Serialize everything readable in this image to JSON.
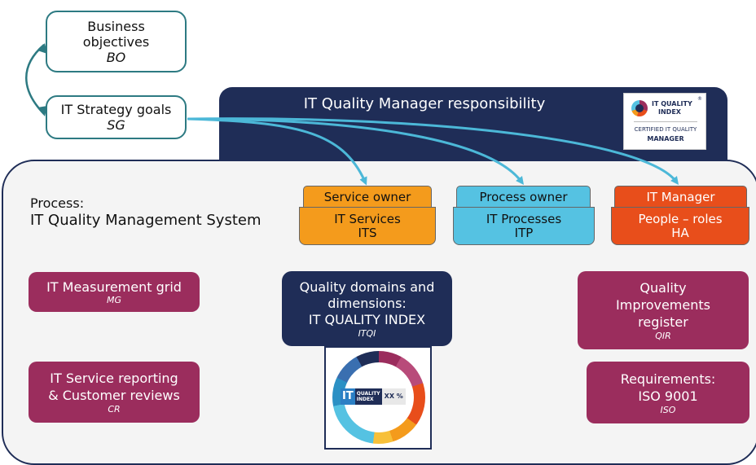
{
  "objectives": {
    "title_line1": "Business",
    "title_line2": "objectives",
    "abbr": "BO"
  },
  "strategy": {
    "title": "IT Strategy goals",
    "abbr": "SG"
  },
  "banner": {
    "title": "IT Quality Manager responsibility"
  },
  "badge": {
    "line1": "IT QUALITY",
    "line2": "INDEX",
    "registered": "®",
    "cert1": "CERTIFIED IT QUALITY",
    "cert2": "MANAGER"
  },
  "process": {
    "line1": "Process:",
    "line2": "IT Quality Management System"
  },
  "columns": [
    {
      "tab": "Service owner",
      "line1": "IT Services",
      "line2": "ITS",
      "tab_color": "#f49b1c",
      "body_color": "#f49b1c",
      "text_color": "#111111"
    },
    {
      "tab": "Process owner",
      "line1": "IT Processes",
      "line2": "ITP",
      "tab_color": "#55c2e2",
      "body_color": "#55c2e2",
      "text_color": "#111111"
    },
    {
      "tab": "IT Manager",
      "line1": "People – roles",
      "line2": "HA",
      "tab_color": "#e84e1b",
      "body_color": "#e84e1b",
      "text_color": "#ffffff"
    }
  ],
  "measurement": {
    "title": "IT Measurement grid",
    "abbr": "MG"
  },
  "reporting": {
    "line1": "IT Service reporting",
    "line2": "& Customer reviews",
    "abbr": "CR"
  },
  "domains": {
    "line1": "Quality domains and",
    "line2": "dimensions:",
    "line3": "IT QUALITY INDEX",
    "abbr": "ITQI"
  },
  "itqi_logo": {
    "letters": "IT",
    "word1": "QUALITY",
    "word2": "INDEX",
    "value": "XX %"
  },
  "improvements": {
    "line1": "Quality",
    "line2": "Improvements",
    "line3": "register",
    "abbr": "QIR"
  },
  "requirements": {
    "line1": "Requirements:",
    "line2": "ISO 9001",
    "abbr": "ISO"
  },
  "colors": {
    "navy": "#1f2d57",
    "teal": "#2d7a82",
    "maroon": "#9b2d5d",
    "arrow": "#4cb8d8",
    "orange": "#f49b1c",
    "light_blue": "#55c2e2",
    "red_orange": "#e84e1b"
  }
}
